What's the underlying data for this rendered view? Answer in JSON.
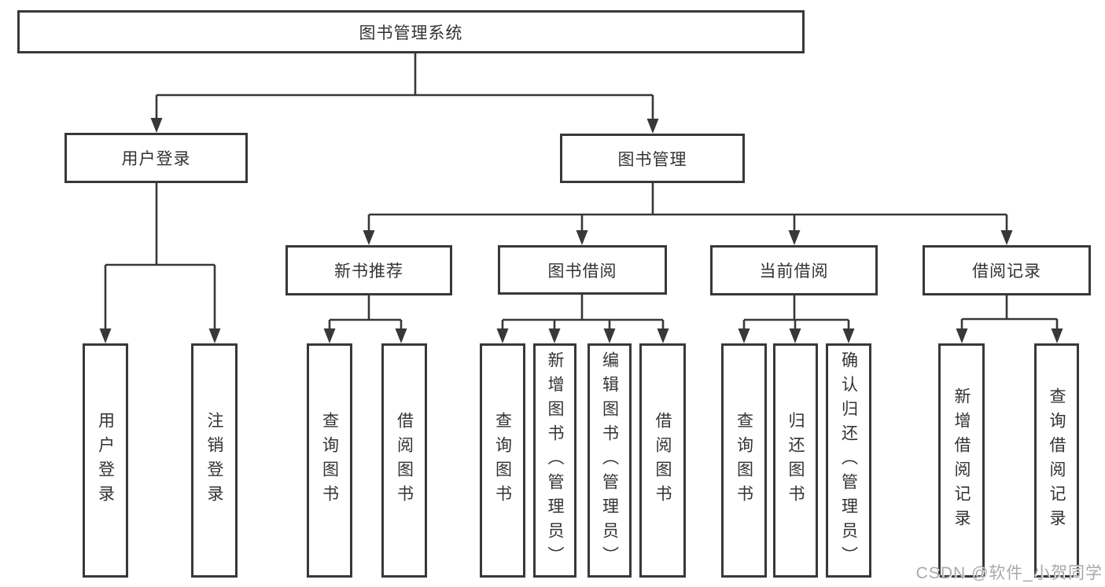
{
  "diagram": {
    "title_node": {
      "label": "图书管理系统"
    },
    "level2": [
      {
        "label": "用户登录"
      },
      {
        "label": "图书管理"
      }
    ],
    "level3": [
      {
        "label": "新书推荐"
      },
      {
        "label": "图书借阅"
      },
      {
        "label": "当前借阅"
      },
      {
        "label": "借阅记录"
      }
    ],
    "leaves": [
      {
        "label": "用户登录"
      },
      {
        "label": "注销登录"
      },
      {
        "label": "查询图书"
      },
      {
        "label": "借阅图书"
      },
      {
        "label": "查询图书"
      },
      {
        "label": "新增图书（管理员）"
      },
      {
        "label": "编辑图书（管理员）"
      },
      {
        "label": "借阅图书"
      },
      {
        "label": "查询图书"
      },
      {
        "label": "归还图书"
      },
      {
        "label": "确认归还（管理员）"
      },
      {
        "label": "新增借阅记录"
      },
      {
        "label": "查询借阅记录"
      }
    ],
    "colors": {
      "line": "#383838",
      "text": "#333333",
      "background": "#ffffff",
      "watermark": "#a9a9a9"
    },
    "watermark": "CSDN @软件_小贺同学"
  }
}
